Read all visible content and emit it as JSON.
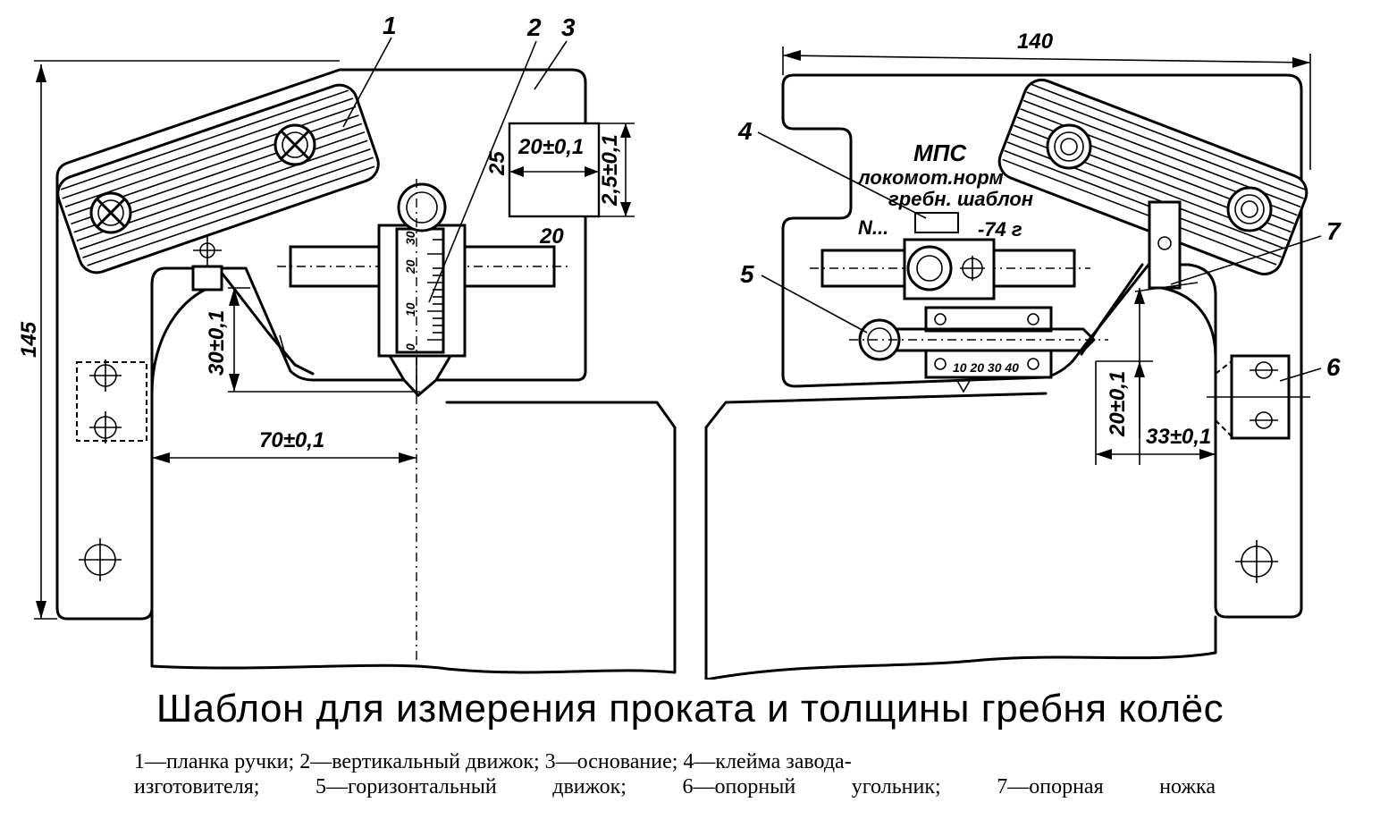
{
  "title": "Шаблон для измерения проката и толщины гребня колёс",
  "legend": {
    "line1": "1—планка ручки; 2—вертикальный движок; 3—основание; 4—клейма завода-",
    "line2": "изготовителя; 5—горизонтальный движок; 6—опорный угольник; 7—опорная ножка"
  },
  "callouts": [
    "1",
    "2",
    "3",
    "4",
    "5",
    "6",
    "7"
  ],
  "dimensions": {
    "width_total": "140",
    "height_total": "145",
    "tread_offset": "70±0,1",
    "vertical_30": "30±0,1",
    "box_w": "20±0,1",
    "box_h": "2,5±0,1",
    "box_25": "25",
    "box_20": "20",
    "flange_20": "20±0,1",
    "flange_33": "33±0,1"
  },
  "stamp": {
    "line1": "МПС",
    "line2": "локомот.норм",
    "line3": "гребн. шаблон",
    "serial": "N...",
    "year": "-74 г"
  },
  "scale_vertical": [
    "0",
    "10",
    "20",
    "30"
  ],
  "scale_horizontal": "10 20 30 40"
}
